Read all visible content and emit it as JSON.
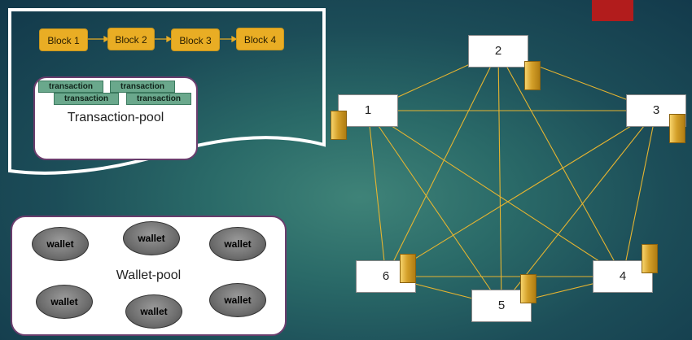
{
  "blockchain": {
    "blocks": [
      "Block 1",
      "Block 2",
      "Block 3",
      "Block 4"
    ]
  },
  "transaction_pool": {
    "label": "Transaction-pool",
    "transactions": [
      "transaction",
      "transaction",
      "transaction",
      "transaction"
    ]
  },
  "wallet_pool": {
    "label": "Wallet-pool",
    "wallets": [
      "wallet",
      "wallet",
      "wallet",
      "wallet",
      "wallet",
      "wallet"
    ]
  },
  "network": {
    "nodes": [
      "1",
      "2",
      "3",
      "4",
      "5",
      "6"
    ],
    "line_color": "#e6b430"
  },
  "colors": {
    "block": "#e9ad24",
    "transaction": "#6aa88c",
    "accent_red": "#b21c1c"
  }
}
